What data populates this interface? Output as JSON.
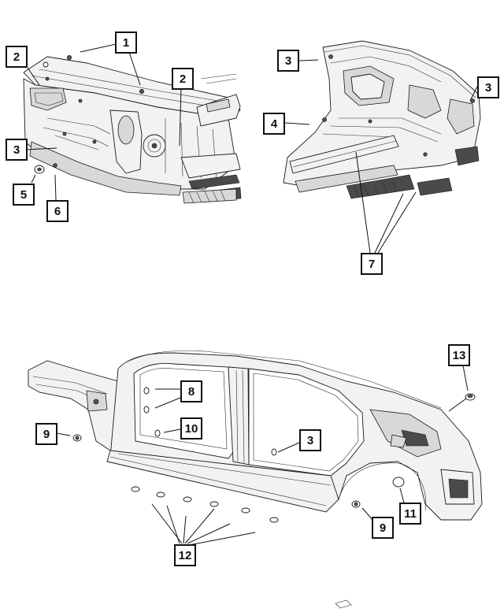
{
  "diagram": {
    "callouts": {
      "c1": "1",
      "c2a": "2",
      "c2b": "2",
      "c3a": "3",
      "c3b": "3",
      "c3c": "3",
      "c3d": "3",
      "c4": "4",
      "c5": "5",
      "c6": "6",
      "c7": "7",
      "c8": "8",
      "c9a": "9",
      "c9b": "9",
      "c10": "10",
      "c11": "11",
      "c12": "12",
      "c13": "13"
    }
  }
}
